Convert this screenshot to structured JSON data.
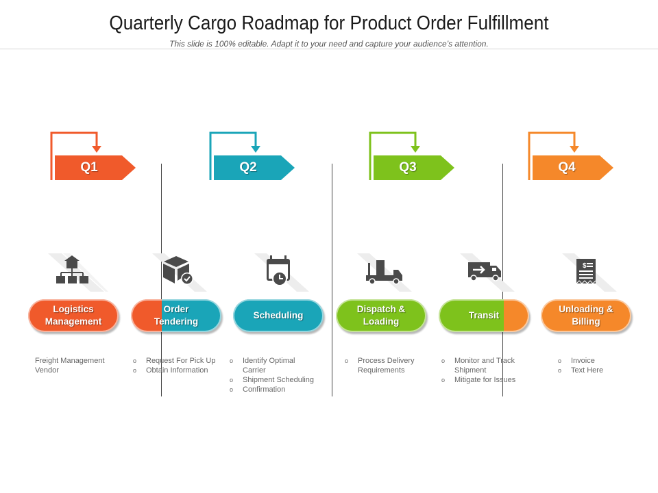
{
  "title": "Quarterly Cargo Roadmap for Product Order Fulfillment",
  "subtitle": "This slide is 100% editable. Adapt it to your need and capture your audience’s attention.",
  "colors": {
    "q1": "#f05a2b",
    "q2": "#1aa5b8",
    "q3": "#7ec21c",
    "q4": "#f5882a",
    "icon": "#4a4a4a",
    "line": "#444444"
  },
  "quarters": [
    {
      "label": "Q1"
    },
    {
      "label": "Q2"
    },
    {
      "label": "Q3"
    },
    {
      "label": "Q4"
    }
  ],
  "stages": [
    {
      "label": "Logistics\nManagement",
      "icon": "hierarchy-boxes-icon",
      "items": [
        "Freight Management",
        "Vendor"
      ],
      "bullets": false
    },
    {
      "label": "Order\nTendering",
      "icon": "package-check-icon",
      "items": [
        "Request For Pick Up",
        "Obtain Information"
      ],
      "bullets": true
    },
    {
      "label": "Scheduling",
      "icon": "calendar-clock-icon",
      "items": [
        "Identify Optimal Carrier",
        "Shipment Scheduling",
        "Confirmation"
      ],
      "bullets": true
    },
    {
      "label": "Dispatch &\nLoading",
      "icon": "loading-truck-icon",
      "items": [
        "Process Delivery",
        "Requirements"
      ],
      "bullets": true
    },
    {
      "label": "Transit",
      "icon": "moving-truck-icon",
      "items": [
        "Monitor and Track",
        "Shipment",
        "Mitigate for Issues"
      ],
      "bullets": true
    },
    {
      "label": "Unloading &\nBilling",
      "icon": "invoice-receipt-icon",
      "items": [
        "Invoice",
        "Text Here"
      ],
      "bullets": true
    }
  ]
}
